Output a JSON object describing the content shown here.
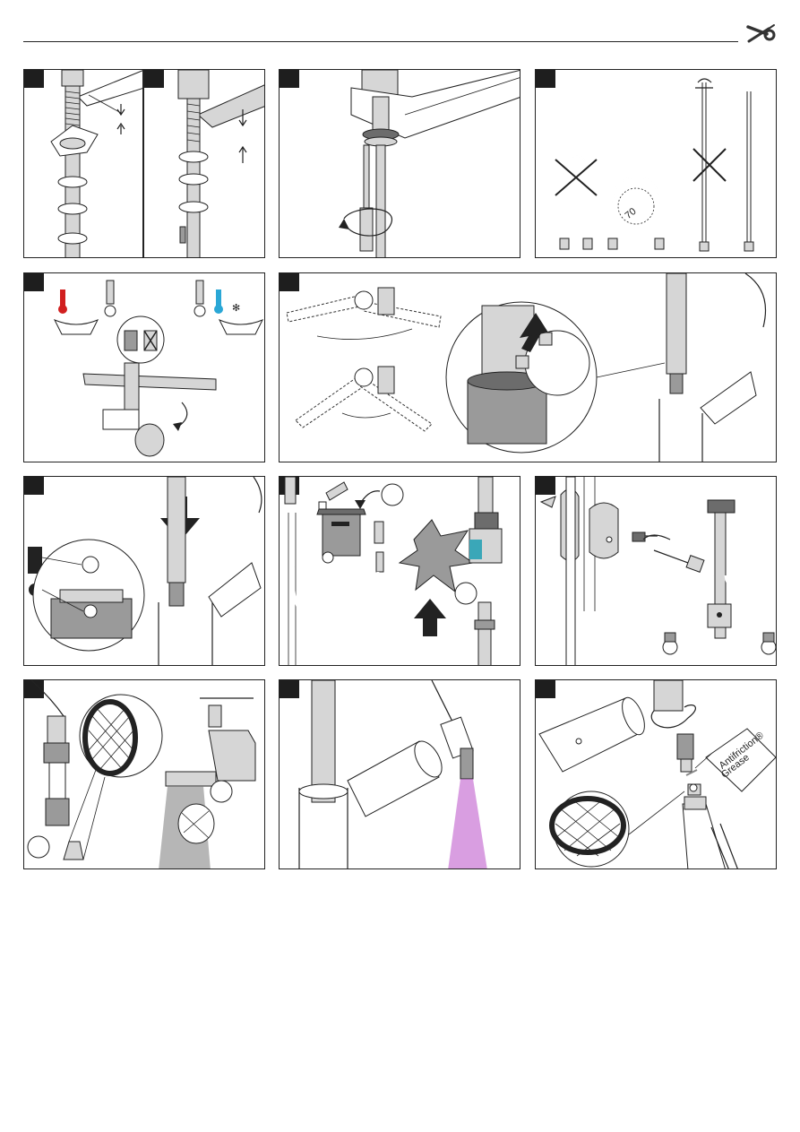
{
  "header": {
    "icon": "wrench-icon"
  },
  "steps": [
    {
      "id": 1,
      "icon": "mounting-ring-icon"
    },
    {
      "id": 2,
      "icon": "mounting-ring-icon"
    },
    {
      "id": 3,
      "icon": "screwdriver-icon"
    },
    {
      "id": 4,
      "icon": "hose-bend-icon",
      "bend_label": "70"
    },
    {
      "id": 5,
      "icon": "hot-cold-icon"
    },
    {
      "id": 6,
      "icon": "swivel-icon"
    },
    {
      "id": 7,
      "icon": "push-arrow-icon"
    },
    {
      "id": 8,
      "icon": "recycle-bin-icon"
    },
    {
      "id": 9,
      "icon": "weight-clip-icon"
    },
    {
      "id": 10,
      "icon": "filter-icon"
    },
    {
      "id": 11,
      "icon": "flush-icon"
    },
    {
      "id": 12,
      "icon": "grease-icon",
      "grease_label_1": "Antifriction®",
      "grease_label_2": "Grease"
    }
  ],
  "colors": {
    "hot": "#d11f1f",
    "cold": "#2aa7d6",
    "highlight_blue": "#3aa7b8",
    "flush": "#b94fc8",
    "panel_tab": "#1e1e1e"
  }
}
